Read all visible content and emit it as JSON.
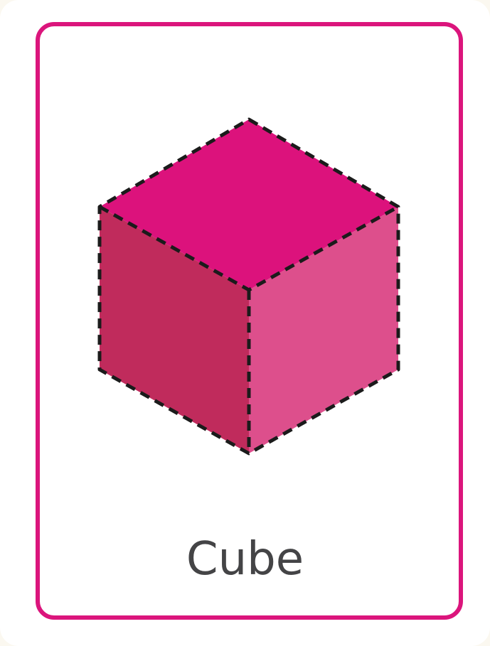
{
  "card": {
    "title": "Cube"
  },
  "colors": {
    "frame": "#db157c",
    "top_face": "#dc127c",
    "left_face": "#c02b5c",
    "right_face": "#dd4f8c",
    "edges": "#1b1b1b",
    "label_text": "#444446"
  },
  "shape": {
    "name": "cube",
    "edge_style": "dashed"
  }
}
